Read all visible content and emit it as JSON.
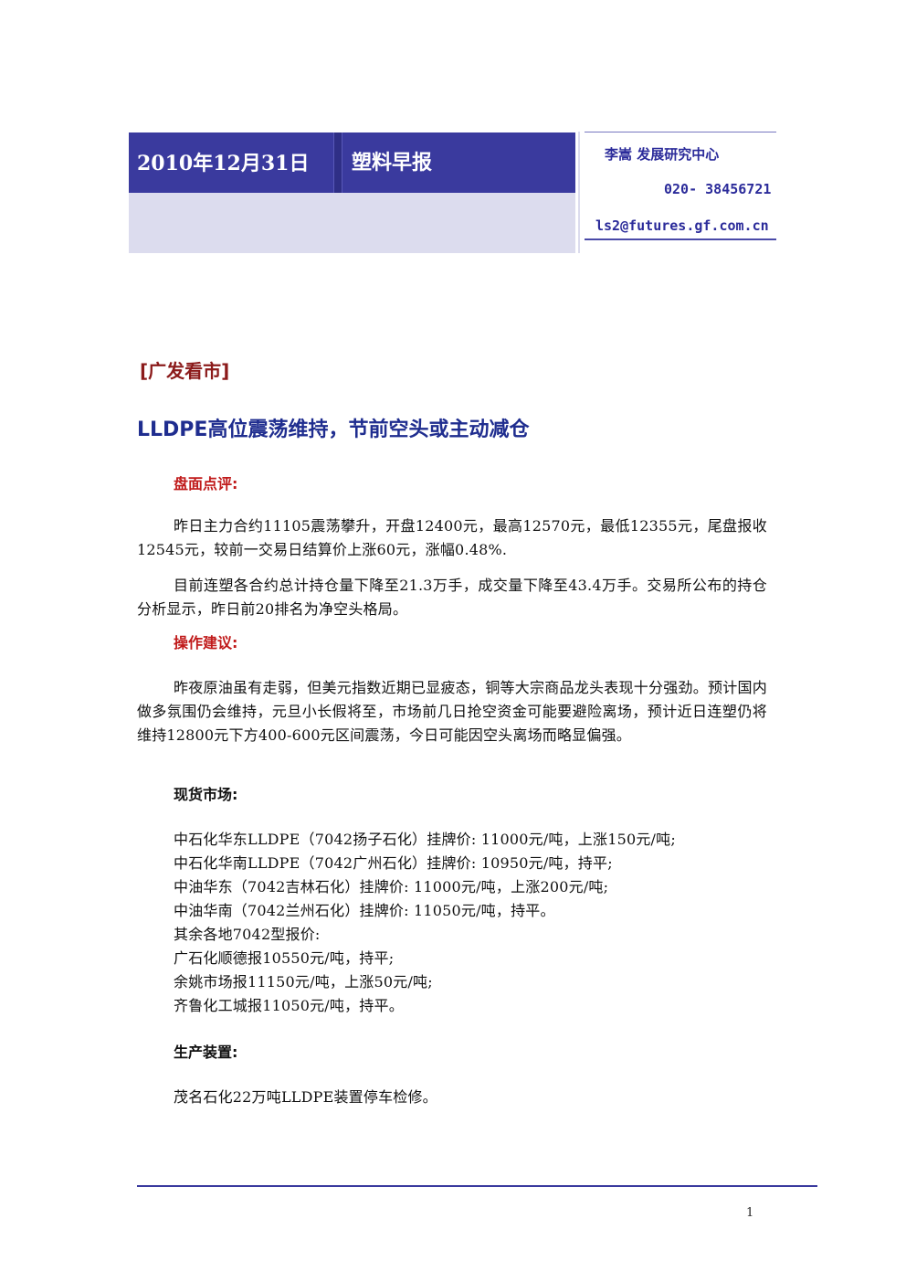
{
  "header": {
    "date": "2010年12月31日",
    "title": "塑料早报"
  },
  "contact": {
    "name_dept": "李嵩  发展研究中心",
    "phone": "020- 38456721",
    "email": "ls2@futures.gf.com.cn"
  },
  "section": {
    "heading": "[广发看市]",
    "title": "LLDPE高位震荡维持，节前空头或主动减仓"
  },
  "market_review": {
    "label": "盘面点评:",
    "paragraphs": [
      "昨日主力合约11105震荡攀升，开盘12400元，最高12570元，最低12355元，尾盘报收12545元，较前一交易日结算价上涨60元，涨幅0.48%.",
      "目前连塑各合约总计持仓量下降至21.3万手，成交量下降至43.4万手。交易所公布的持仓分析显示，昨日前20排名为净空头格局。"
    ]
  },
  "advice": {
    "label": "操作建议:",
    "paragraph": "昨夜原油虽有走弱，但美元指数近期已显疲态，铜等大宗商品龙头表现十分强劲。预计国内做多氛围仍会维持，元旦小长假将至，市场前几日抢空资金可能要避险离场，预计近日连塑仍将维持12800元下方400-600元区间震荡，今日可能因空头离场而略显偏强。"
  },
  "spot": {
    "label": "现货市场:",
    "lines": [
      "中石化华东LLDPE（7042扬子石化）挂牌价: 11000元/吨，上涨150元/吨;",
      "中石化华南LLDPE（7042广州石化）挂牌价:  10950元/吨，持平;",
      "中油华东（7042吉林石化）挂牌价:  11000元/吨，上涨200元/吨;",
      "中油华南（7042兰州石化）挂牌价:  11050元/吨，持平。",
      "其余各地7042型报价:",
      "广石化顺德报10550元/吨，持平;",
      "余姚市场报11150元/吨，上涨50元/吨;",
      "齐鲁化工城报11050元/吨，持平。"
    ]
  },
  "production": {
    "label": "生产装置:",
    "line": "茂名石化22万吨LLDPE装置停车检修。"
  },
  "footer": {
    "page_number": "1"
  }
}
